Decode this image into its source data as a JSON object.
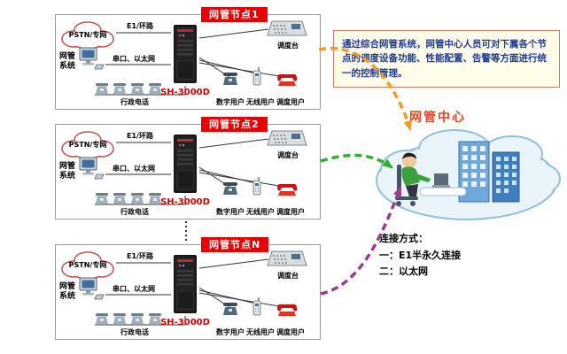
{
  "nodes": [
    {
      "title": "网管节点1",
      "pstn_label": "PSTN/专网",
      "e1_label": "E1/环路",
      "nms_label": "网管系统",
      "serial_label": "串口、以太网",
      "device_label": "SH-3000D",
      "admin_phone_label": "行政电话",
      "dispatch_console_label": "调度台",
      "digital_user_label": "数字用户",
      "wireless_user_label": "无线用户",
      "dispatch_user_label": "调度用户"
    },
    {
      "title": "网管节点2",
      "pstn_label": "PSTN/专网",
      "e1_label": "E1/环路",
      "nms_label": "网管系统",
      "serial_label": "串口、以太网",
      "device_label": "SH-3000D",
      "admin_phone_label": "行政电话",
      "dispatch_console_label": "调度台",
      "digital_user_label": "数字用户",
      "wireless_user_label": "无线用户",
      "dispatch_user_label": "调度用户"
    },
    {
      "title": "网管节点N",
      "pstn_label": "PSTN/专网",
      "e1_label": "E1/环路",
      "nms_label": "网管系统",
      "serial_label": "串口、以太网",
      "device_label": "SH-3000D",
      "admin_phone_label": "行政电话",
      "dispatch_console_label": "调度台",
      "digital_user_label": "数字用户",
      "wireless_user_label": "无线用户",
      "dispatch_user_label": "调度用户"
    }
  ],
  "description": {
    "text": "通过综合网管系统，网管中心人员可对下属各个节点的调度设备功能、性能配置、告警等方面进行统一的控制管理。"
  },
  "center": {
    "title": "网管中心"
  },
  "connection_legend": {
    "heading": "连接方式：",
    "item1": "一：E1半永久连接",
    "item2": "二：以太网"
  },
  "colors": {
    "node_title_bg": "#e60000",
    "device_label": "#d40000",
    "center_title": "#e8401c",
    "description_text": "#1f3a93",
    "description_bg": "#fffdea",
    "arrow_node1": "#f59a23",
    "arrow_node2": "#2eb02e",
    "arrow_nodeN": "#993d93"
  },
  "icons": {
    "pstn-cloud-icon": "cloud outline",
    "nms-computer-icon": "desktop computer",
    "server-tower-icon": "black server cabinet",
    "desk-phone-icon": "desk telephone",
    "dispatch-console-icon": "dispatch console keypad",
    "digital-user-phone-icon": "digital telephone",
    "wireless-user-handset-icon": "cordless handset with antenna",
    "dispatch-user-phone-icon": "red dispatcher telephone",
    "center-cloud-icon": "cloud with operator at desk and buildings",
    "dashed-arrow-icon": "curved dashed arrow",
    "ellipsis-dots-icon": "vertical dotted continuation"
  }
}
